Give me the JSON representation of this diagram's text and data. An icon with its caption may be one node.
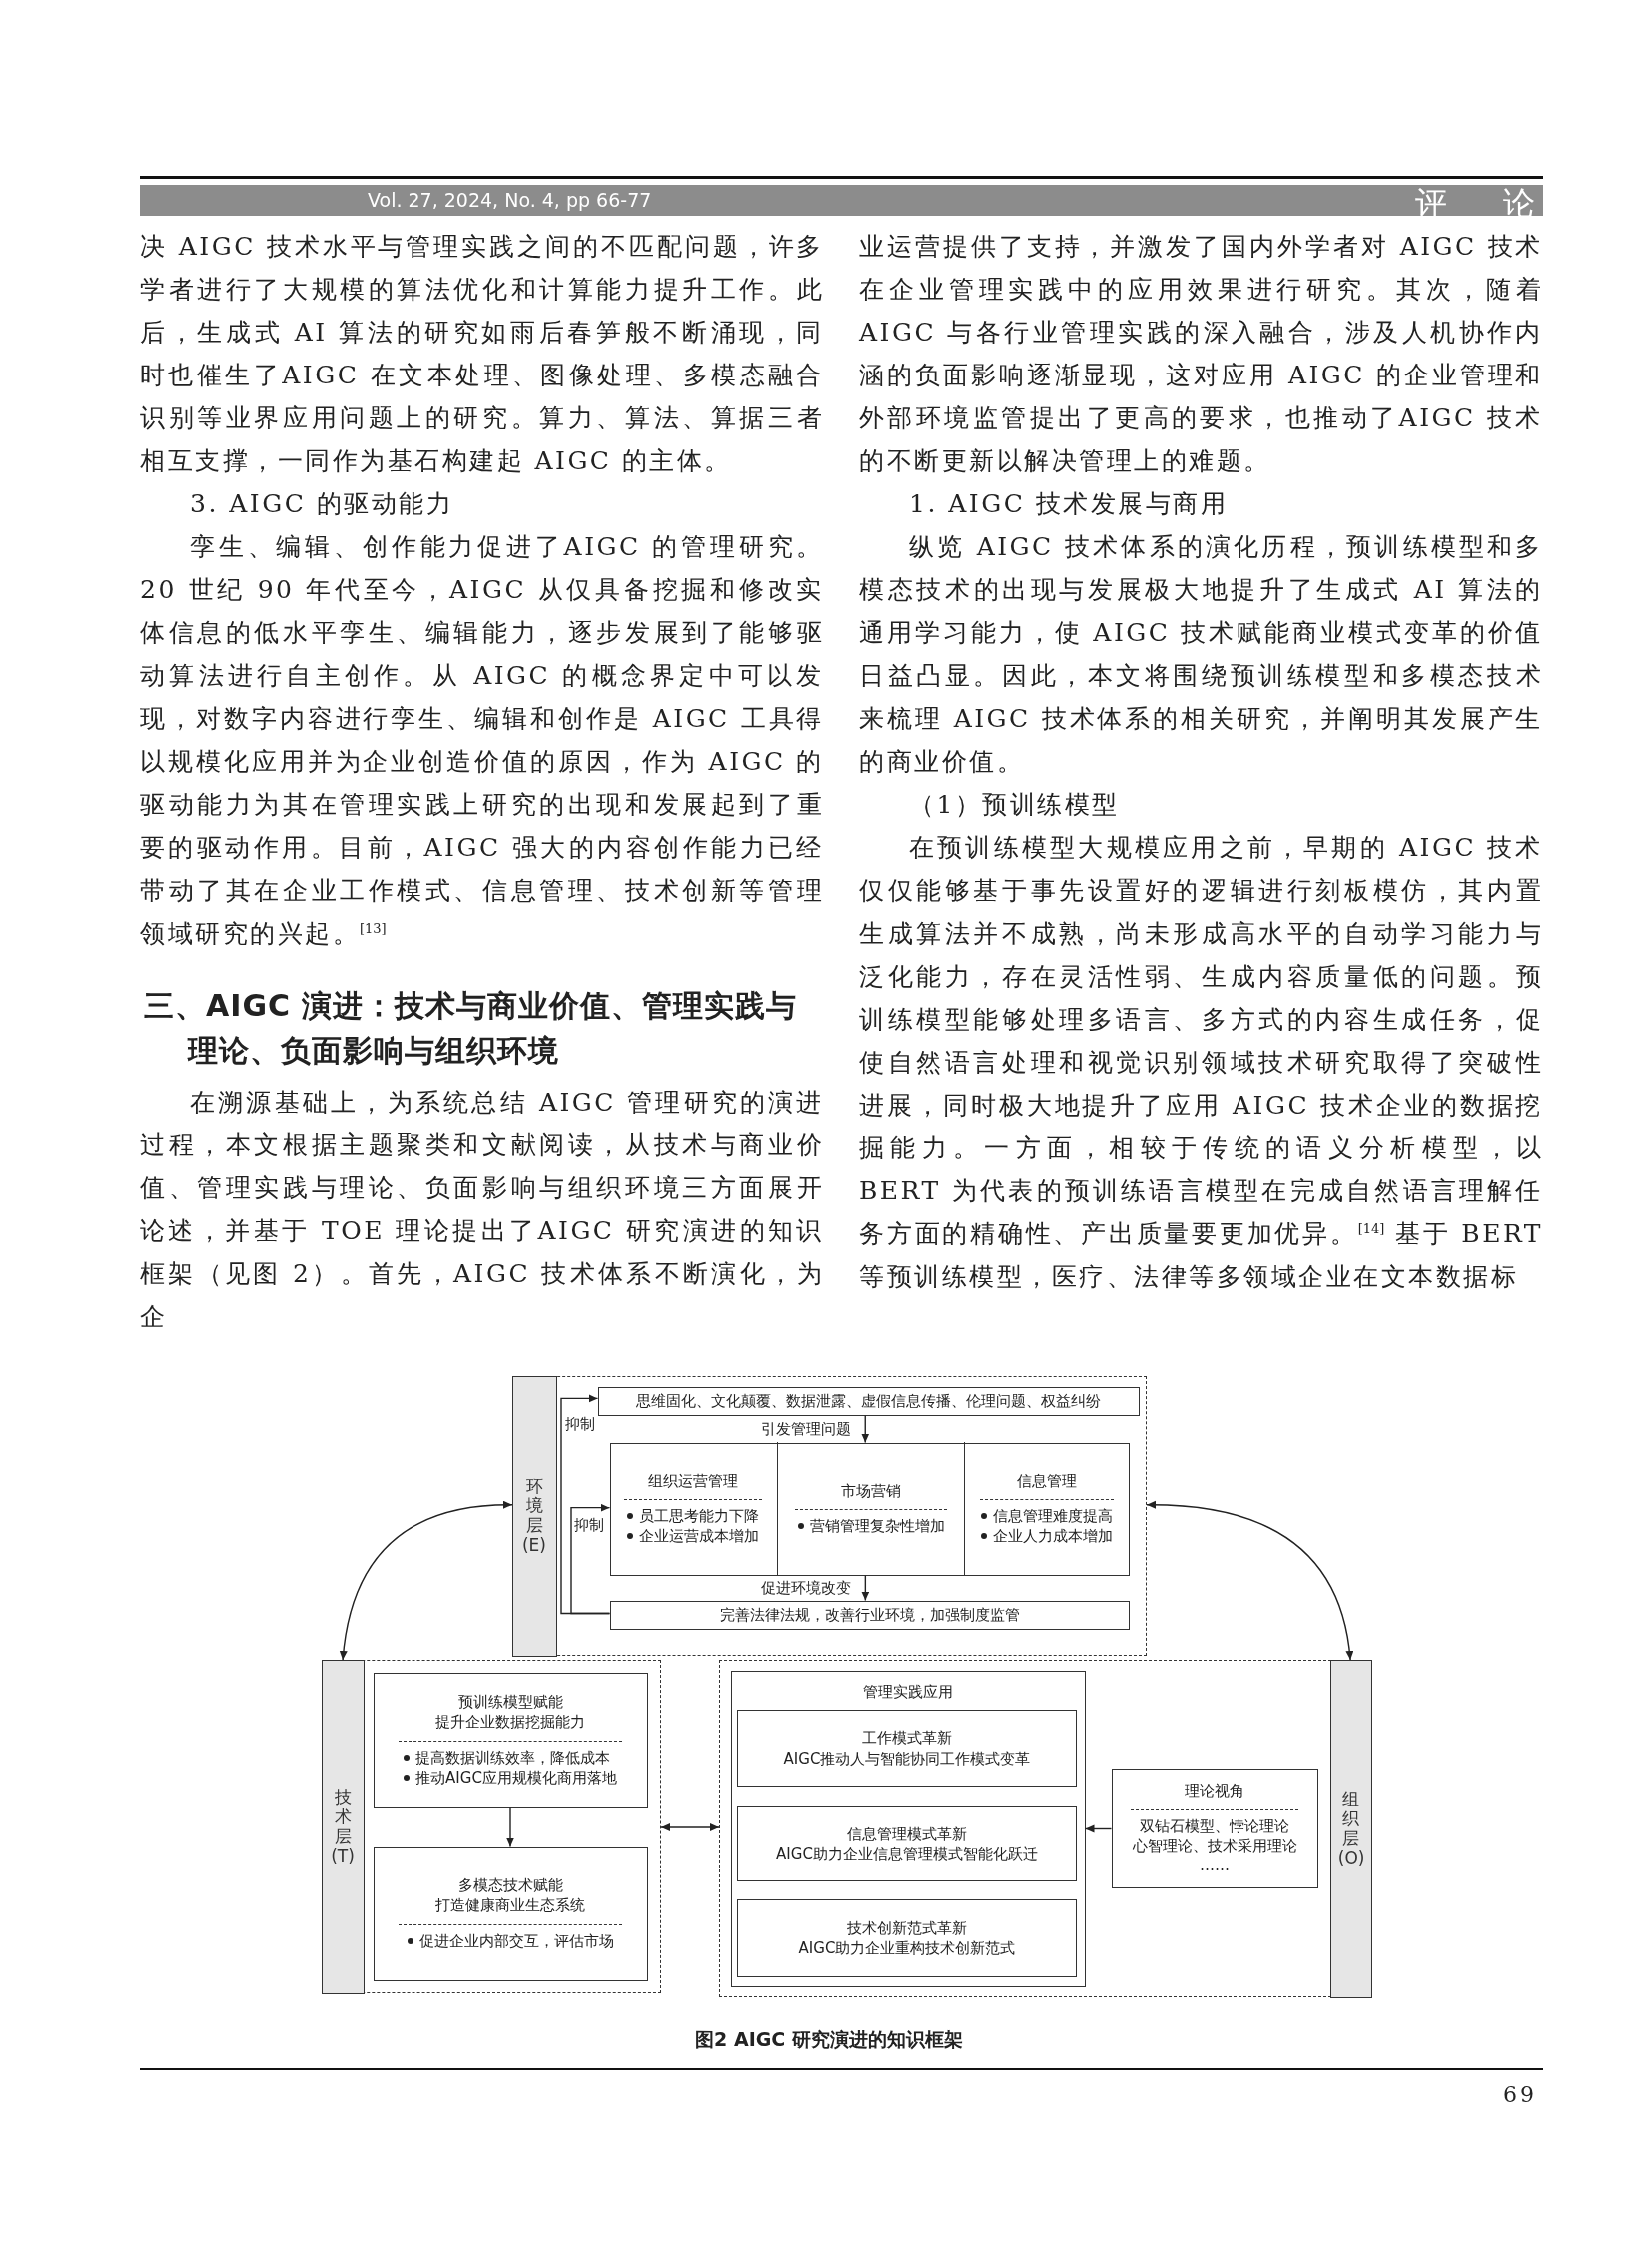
{
  "diagram": {
    "caption": "图2 AIGC 研究演进的知识框架",
    "nodes": [
      {
        "text": [
          "环境层(E)"
        ]
      },
      {
        "text": [
          "思维固化、文化颠覆、数据泄露、虚假信息传播、伦理问题、权益纠纷"
        ],
        "in": 0
      },
      {
        "text": [],
        "shape": "box",
        "in": 0
      },
      {
        "text": [
          "组织运营管理",
          "员工思考能力下降",
          "企业运营成本增加"
        ],
        "in": 2
      },
      {
        "text": [
          "市场营销",
          "营销管理复杂性增加"
        ],
        "in": 2
      },
      {
        "text": [
          "信息管理",
          "信息管理难度提高",
          "企业人力成本增加"
        ],
        "in": 2
      },
      {
        "text": [
          "完善法律法规，改善行业环境，加强制度监管"
        ],
        "in": 0
      },
      {
        "text": [
          "技术层(T)"
        ]
      },
      {
        "text": [
          "预训练模型赋能",
          "提升企业数据挖掘能力",
          "提高数据训练效率，降低成本",
          "推动AIGC应用规模化商用落地"
        ],
        "in": 7
      },
      {
        "text": [
          "多模态技术赋能",
          "打造健康商业生态系统",
          "促进企业内部交互，评估市场"
        ],
        "in": 7
      },
      {
        "text": [
          "组织层(O)"
        ]
      },
      {
        "text": [
          "管理实践应用"
        ],
        "in": 10
      },
      {
        "text": [
          "工作模式革新",
          "AIGC推动人与智能协同工作模式变革"
        ],
        "in": 11
      },
      {
        "text": [
          "信息管理模式革新",
          "AIGC助力企业信息管理模式智能化跃迁"
        ],
        "in": 11
      },
      {
        "text": [
          "技术创新范式革新",
          "AIGC助力企业重构技术创新范式"
        ],
        "in": 11
      },
      {
        "text": [
          "理论视角",
          "双钻石模型、悖论理论",
          "心智理论、技术采用理论",
          "……"
        ],
        "in": 10
      }
    ],
    "edges": [
      {
        "from": 1,
        "to": 2,
        "arrow": "to",
        "label": "引发管理问题"
      },
      {
        "from": 2,
        "to": 6,
        "arrow": "to",
        "label": "促进环境改变"
      },
      {
        "from": 6,
        "to": 1,
        "arrow": "to",
        "label": "抑制"
      },
      {
        "from": 6,
        "to": 2,
        "arrow": "to",
        "label": "抑制"
      },
      {
        "from": 0,
        "to": 7,
        "arrow": "both"
      },
      {
        "from": 0,
        "to": 10,
        "arrow": "both"
      },
      {
        "from": 8,
        "to": 9,
        "arrow": "to"
      },
      {
        "from": 7,
        "to": 10,
        "arrow": "both"
      },
      {
        "from": 15,
        "to": 11,
        "arrow": "to"
      }
    ],
    "labels": [
      "Vol. 27, 2024, No. 4, pp 66-77",
      "评 论",
      "决 AIGC 技术水平与管理实践之间的不匹配问题，许多学者进行了大规模的算法优化和计算能力提升工作。此后，生成式 AI 算法的研究如雨后春笋般不断涌现，同时也催生了AIGC 在文本处理、图像处理、多模态融合识别等业界应用问题上的研究。算力、算法、算据三者相互支撑，一同作为基石构建起 AIGC 的主体。",
      "3. AIGC 的驱动能力",
      "孪生、编辑、创作能力促进了AIGC 的管理研究。20 世纪 90 年代至今，AIGC 从仅具备挖掘和修改实体信息的低水平孪生、编辑能力，逐步发展到了能够驱动算法进行自主创作。从 AIGC 的概念界定中可以发现，对数字内容进行孪生、编辑和创作是 AIGC 工具得以规模化应用并为企业创造价值的原因，作为 AIGC 的驱动能力为其在管理实践上研究的出现和发展起到了重要的驱动作用。目前，AIGC 强大的内容创作能力已经带动了其在企业工作模式、信息管理、技术创新等管理领域研究的兴起。$^{[13]}$",
      "三、AIGC 演进：技术与商业价值、管理实践与理论、负面影响与组织环境",
      "在溯源基础上，为系统总结 AIGC 管理研究的演进过程，本文根据主题聚类和文献阅读，从技术与商业价值、管理实践与理论、负面影响与组织环境三方面展开论述，并基于 TOE 理论提出了AIGC 研究演进的知识框架（见图 2）。首先，AIGC 技术体系不断演化，为企",
      "业运营提供了支持，并激发了国内外学者对 AIGC 技术在企业管理实践中的应用效果进行研究。其次，随着 AIGC 与各行业管理实践的深入融合，涉及人机协作内涵的负面影响逐渐显现，这对应用 AIGC 的企业管理和外部环境监管提出了更高的要求，也推动了AIGC 技术的不断更新以解决管理上的难题。",
      "1. AIGC 技术发展与商用",
      "纵览 AIGC 技术体系的演化历程，预训练模型和多模态技术的出现与发展极大地提升了生成式 AI 算法的通用学习能力，使 AIGC 技术赋能商业模式变革的价值日益凸显。因此，本文将围绕预训练模型和多模态技术来梳理 AIGC 技术体系的相关研究，并阐明其发展产生的商业价值。",
      "（1）预训练模型",
      "在预训练模型大规模应用之前，早期的 AIGC 技术仅仅能够基于事先设置好的逻辑进行刻板模仿，其内置生成算法并不成熟，尚未形成高水平的自动学习能力与泛化能力，存在灵活性弱、生成内容质量低的问题。预训练模型能够处理多语言、多方式的内容生成任务，促使自然语言处理和视觉识别领域技术研究取得了突破性进展，同时极大地提升了应用 AIGC 技术企业的数据挖掘能力。一方面，相较于传统的语义分析模型，以 BERT 为代表的预训练语言模型在完成自然语言理解任务方面的精确性、产出质量要更加优异。$^{[14]}$ 基于 BERT 等预训练模型，医疗、法律等多领域企业在文本数据标",
      "69"
    ]
  }
}
